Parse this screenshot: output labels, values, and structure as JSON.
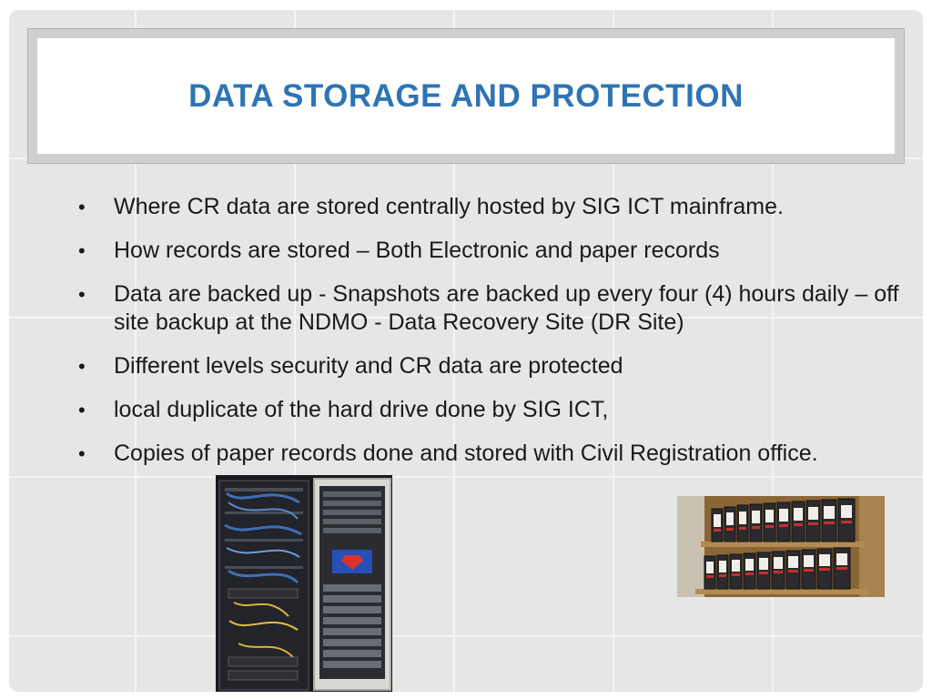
{
  "slide": {
    "title": "DATA STORAGE AND PROTECTION",
    "bullet_symbol": "•",
    "bullets": [
      "Where CR data are stored centrally hosted by SIG ICT mainframe.",
      "How records are stored – Both Electronic and paper records",
      "Data are backed up - Snapshots are backed up every four (4) hours daily – off site backup at the NDMO - Data Recovery Site (DR Site)",
      "Different levels security and CR data are protected",
      "local duplicate of the hard drive done by SIG ICT,",
      "Copies of paper records done and stored with Civil Registration office."
    ],
    "colors": {
      "title": "#2e74b5",
      "text": "#1a1a1a",
      "background": "#e6e6e6"
    },
    "images": [
      {
        "name": "server-racks-photo"
      },
      {
        "name": "paper-record-binders-photo"
      }
    ]
  }
}
